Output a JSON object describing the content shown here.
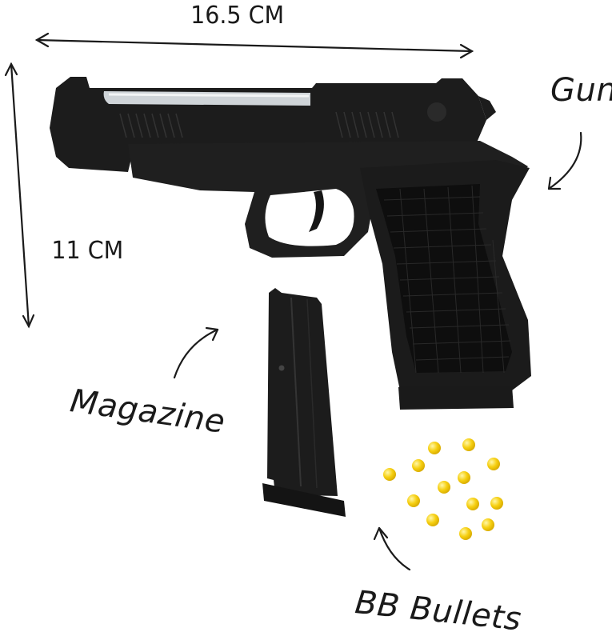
{
  "dimensions": {
    "width_label": "16.5 CM",
    "height_label": "11 CM"
  },
  "callouts": {
    "gun": "Gun",
    "magazine": "Magazine",
    "bullets": "BB Bullets"
  },
  "product": {
    "parts": [
      "gun-icon",
      "magazine-icon",
      "bb-bullet-icon"
    ],
    "bb_bullet_count": 13
  },
  "colors": {
    "body": "#1b1b1b",
    "slide_highlight": "#d9dde0",
    "grip": "#111111",
    "bullet": "#f5c800"
  }
}
